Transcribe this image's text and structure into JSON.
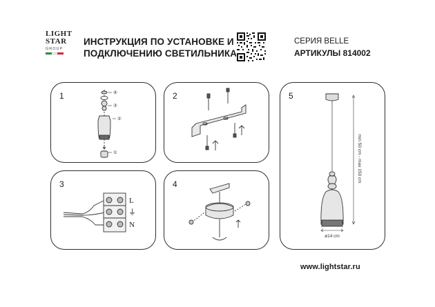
{
  "logo": {
    "line1": "LIGHT",
    "line2": "STAR",
    "line3": "GROUP",
    "flag_colors": [
      "#2e8b3a",
      "#ffffff",
      "#d3272e"
    ]
  },
  "header": {
    "title_line1": "ИНСТРУКЦИЯ ПО УСТАНОВКЕ И",
    "title_line2": "ПОДКЛЮЧЕНИЮ СВЕТИЛЬНИКА",
    "series": "СЕРИЯ BELLE",
    "articles": "АРТИКУЛЫ 814002"
  },
  "steps": [
    {
      "number": "1",
      "callouts": [
        "④",
        "③",
        "②",
        "①"
      ]
    },
    {
      "number": "2"
    },
    {
      "number": "3",
      "terminals": [
        "L",
        "⏚",
        "N"
      ]
    },
    {
      "number": "4"
    },
    {
      "number": "5",
      "height_label": "min 50 cm - max 150 cm",
      "diameter_label": "ø14 cm"
    }
  ],
  "footer": {
    "url": "www.lightstar.ru"
  }
}
